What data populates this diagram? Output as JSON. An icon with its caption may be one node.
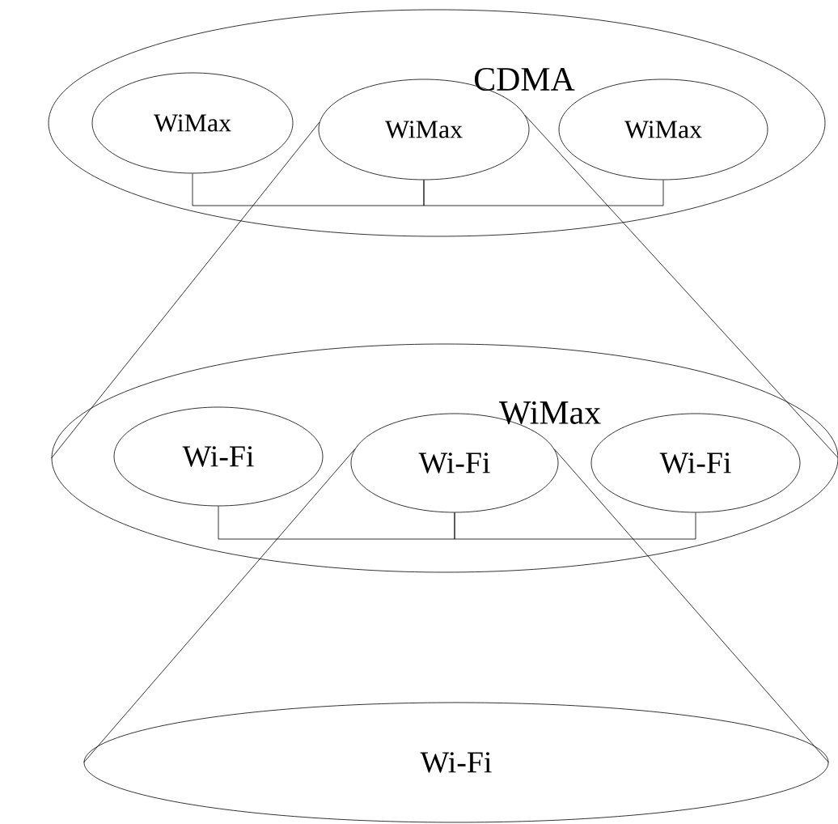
{
  "diagram": {
    "nodes": [
      {
        "text": [
          "CDMA"
        ]
      },
      {
        "text": [
          "WiMax"
        ],
        "in": 0
      },
      {
        "text": [
          "WiMax"
        ],
        "in": 0
      },
      {
        "text": [
          "WiMax"
        ],
        "in": 0
      },
      {
        "text": [
          "WiMax"
        ]
      },
      {
        "text": [
          "Wi-Fi"
        ],
        "in": 4
      },
      {
        "text": [
          "Wi-Fi"
        ],
        "in": 4
      },
      {
        "text": [
          "Wi-Fi"
        ],
        "in": 4
      },
      {
        "text": [
          "Wi-Fi"
        ]
      }
    ],
    "edges": [
      {
        "from": 1,
        "to": 2,
        "arrow": "none"
      },
      {
        "from": 3,
        "to": 2,
        "arrow": "none"
      },
      {
        "from": 2,
        "to": 4,
        "arrow": "none"
      },
      {
        "from": 2,
        "to": 4,
        "arrow": "none"
      },
      {
        "from": 5,
        "to": 6,
        "arrow": "none"
      },
      {
        "from": 7,
        "to": 6,
        "arrow": "none"
      },
      {
        "from": 6,
        "to": 8,
        "arrow": "none"
      },
      {
        "from": 6,
        "to": 8,
        "arrow": "none"
      }
    ]
  }
}
